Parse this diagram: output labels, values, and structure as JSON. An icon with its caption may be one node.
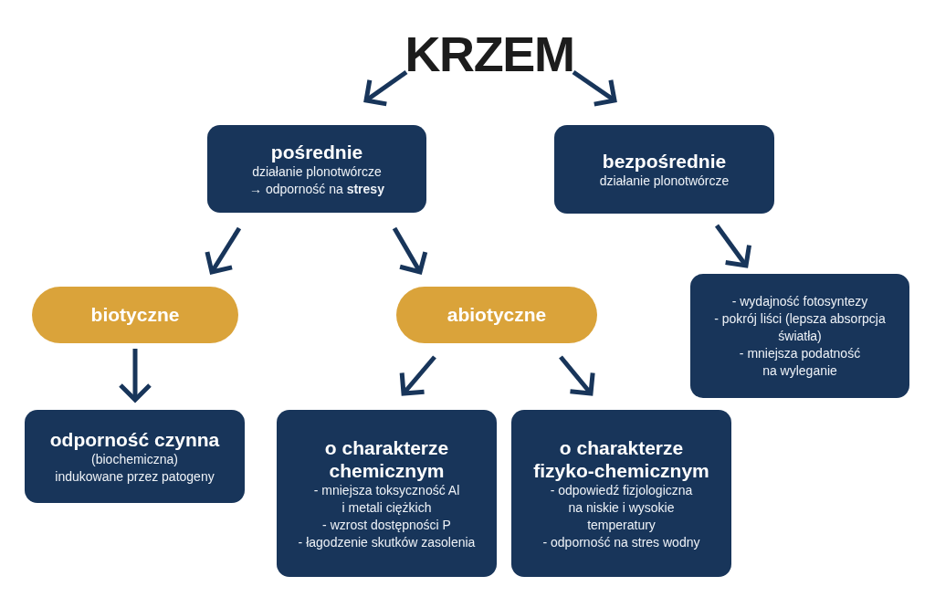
{
  "diagram": {
    "nodes": [
      {
        "text": [
          "KRZEM"
        ]
      },
      {
        "text": [
          "pośrednie",
          "działanie plonotwórcze",
          "→ odporność na **stresy**"
        ]
      },
      {
        "text": [
          "bezpośrednie",
          "działanie plonotwórcze"
        ]
      },
      {
        "text": [
          "biotyczne"
        ]
      },
      {
        "text": [
          "abiotyczne"
        ]
      },
      {
        "text": [
          "- wydajność fotosyntezy",
          "- pokrój liści (lepsza absorpcja światła)",
          "- mniejsza podatność na wyleganie"
        ]
      },
      {
        "text": [
          "odporność czynna",
          "(biochemiczna)",
          "indukowane przez patogeny"
        ]
      },
      {
        "text": [
          "o charakterze chemicznym",
          "- mniejsza toksyczność Al i metali ciężkich",
          "- wzrost dostępności P",
          "- łagodzenie skutków zasolenia"
        ]
      },
      {
        "text": [
          "o charakterze fizyko-chemicznym",
          "- odpowiedź fizjologiczna na niskie i wysokie temperatury",
          "- odporność na stres wodny"
        ]
      }
    ],
    "edges": [
      {
        "from": 0,
        "to": 1,
        "arrow": "to"
      },
      {
        "from": 0,
        "to": 2,
        "arrow": "to"
      },
      {
        "from": 1,
        "to": 3,
        "arrow": "to"
      },
      {
        "from": 1,
        "to": 4,
        "arrow": "to"
      },
      {
        "from": 2,
        "to": 5,
        "arrow": "to"
      },
      {
        "from": 3,
        "to": 6,
        "arrow": "to"
      },
      {
        "from": 4,
        "to": 7,
        "arrow": "to"
      },
      {
        "from": 4,
        "to": 8,
        "arrow": "to"
      }
    ]
  }
}
